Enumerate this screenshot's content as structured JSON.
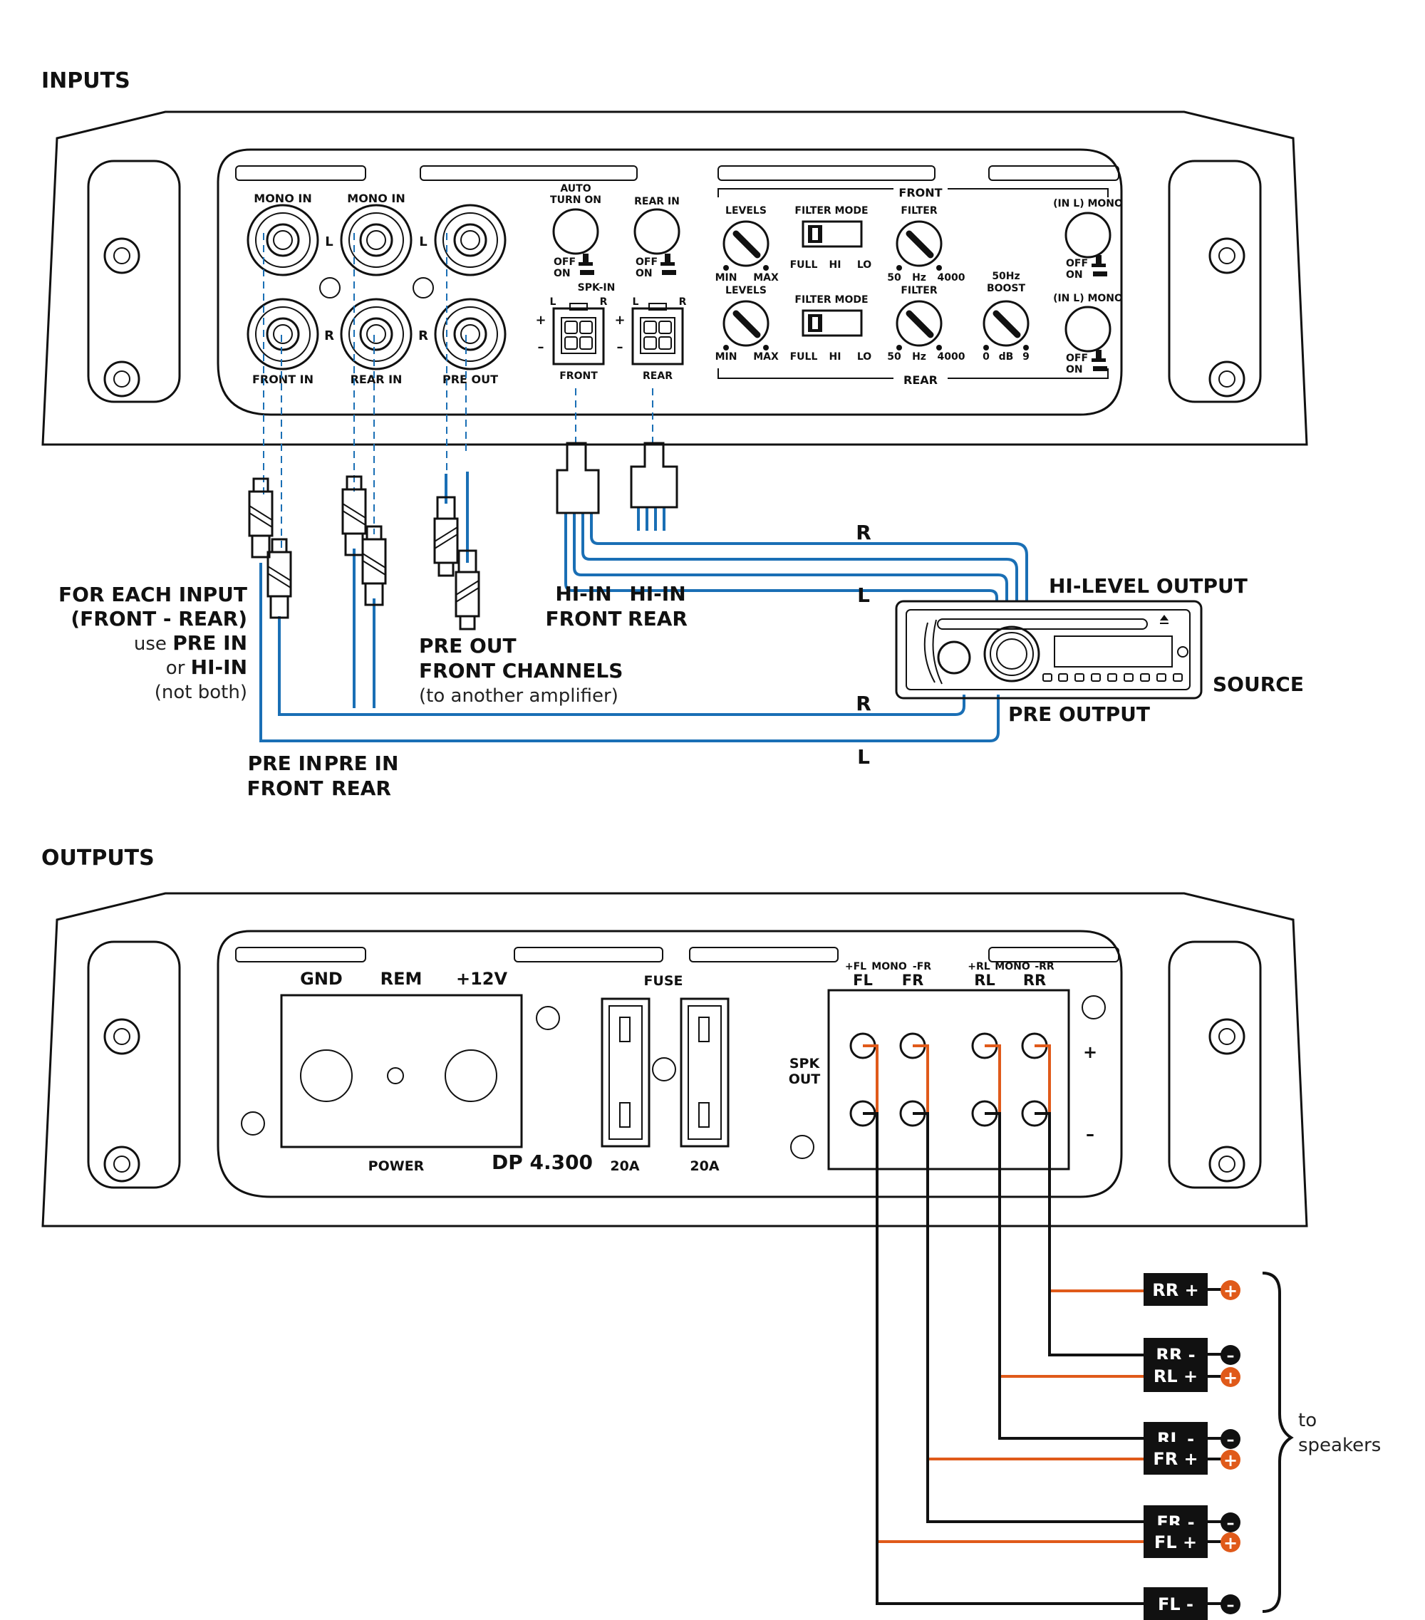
{
  "sections": {
    "inputs": "INPUTS",
    "outputs": "OUTPUTS"
  },
  "inputs_panel": {
    "mono_in_1": "MONO IN",
    "mono_in_2": "MONO IN",
    "ch_l_1": "L",
    "ch_l_2": "L",
    "ch_r_1": "R",
    "ch_r_2": "R",
    "front_in": "FRONT  IN",
    "rear_in": "REAR  IN",
    "pre_out": "PRE OUT",
    "auto_turn_on_1": "AUTO",
    "auto_turn_on_2": "TURN ON",
    "rear_in_switch": "REAR IN",
    "off_1": "OFF",
    "on_1": "ON",
    "off_2": "OFF",
    "on_2": "ON",
    "spk_in": "SPK-IN",
    "spk_l_1": "L",
    "spk_r_1": "R",
    "spk_l_2": "L",
    "spk_r_2": "R",
    "plus_1": "+",
    "minus_1": "–",
    "plus_2": "+",
    "minus_2": "–",
    "front_conn": "FRONT",
    "rear_conn": "REAR",
    "front_group": "FRONT",
    "rear_group": "REAR",
    "levels_front": "LEVELS",
    "levels_rear": "LEVELS",
    "min_1": "MIN",
    "max_1": "MAX",
    "min_2": "MIN",
    "max_2": "MAX",
    "filter_mode_front": "FILTER MODE",
    "filter_mode_rear": "FILTER MODE",
    "full_1": "FULL",
    "hi_1": "HI",
    "lo_1": "LO",
    "full_2": "FULL",
    "hi_2": "HI",
    "lo_2": "LO",
    "filter_front": "FILTER",
    "filter_rear": "FILTER",
    "f50_1": "50",
    "hz_1": "Hz",
    "f4000_1": "4000",
    "f50_2": "50",
    "hz_2": "Hz",
    "f4000_2": "4000",
    "boost_1": "50Hz",
    "boost_2": "BOOST",
    "b0": "0",
    "db": "dB",
    "b9": "9",
    "mono_in_l_1": "(IN L) MONO",
    "mono_in_l_2": "(IN L) MONO",
    "off_3": "OFF",
    "on_3": "ON",
    "off_4": "OFF",
    "on_4": "ON"
  },
  "wiring_in": {
    "r_top": "R",
    "l_top": "L",
    "hi_level_output": "HI-LEVEL OUTPUT",
    "source": "SOURCE",
    "r_bottom": "R",
    "l_bottom": "L",
    "pre_output": "PRE OUTPUT",
    "hi_in_front_1": "HI-IN",
    "hi_in_front_2": "FRONT",
    "hi_in_rear_1": "HI-IN",
    "hi_in_rear_2": "REAR",
    "pre_out_note_1": "PRE OUT",
    "pre_out_note_2": "FRONT CHANNELS",
    "pre_out_note_3": "(to another amplifier)",
    "pre_in_front_1": "PRE IN",
    "pre_in_front_2": "FRONT",
    "pre_in_rear_1": "PRE IN",
    "pre_in_rear_2": "REAR",
    "note_1": "FOR EACH INPUT",
    "note_2": "(FRONT - REAR)",
    "note_3a": "use ",
    "note_3b": "PRE IN",
    "note_4a": "or ",
    "note_4b": "HI-IN",
    "note_5": "(not both)"
  },
  "outputs_panel": {
    "gnd": "GND",
    "rem": "REM",
    "v12": "+12V",
    "power": "POWER",
    "model": "DP 4.300",
    "fuse": "FUSE",
    "fuse_a": "20A",
    "fuse_b": "20A",
    "fl_top": "+FL",
    "mono_1": "MONO",
    "fr_top": "-FR",
    "rl_top": "+RL",
    "mono_2": "MONO",
    "rr_top": "-RR",
    "fl": "FL",
    "fr": "FR",
    "rl": "RL",
    "rr": "RR",
    "spk_out_1": "SPK",
    "spk_out_2": "OUT",
    "plus": "+",
    "minus": "–"
  },
  "speakers": [
    {
      "label": "RR +",
      "sign": "+"
    },
    {
      "label": "RR -",
      "sign": "–"
    },
    {
      "label": "RL +",
      "sign": "+"
    },
    {
      "label": "RL -",
      "sign": "–"
    },
    {
      "label": "FR +",
      "sign": "+"
    },
    {
      "label": "FR -",
      "sign": "–"
    },
    {
      "label": "FL +",
      "sign": "+"
    },
    {
      "label": "FL -",
      "sign": "–"
    }
  ],
  "to_speakers_1": "to",
  "to_speakers_2": "speakers",
  "colors": {
    "blue_wire": "#1a6fb5",
    "orange_wire": "#e05a1a",
    "black": "#111111"
  }
}
